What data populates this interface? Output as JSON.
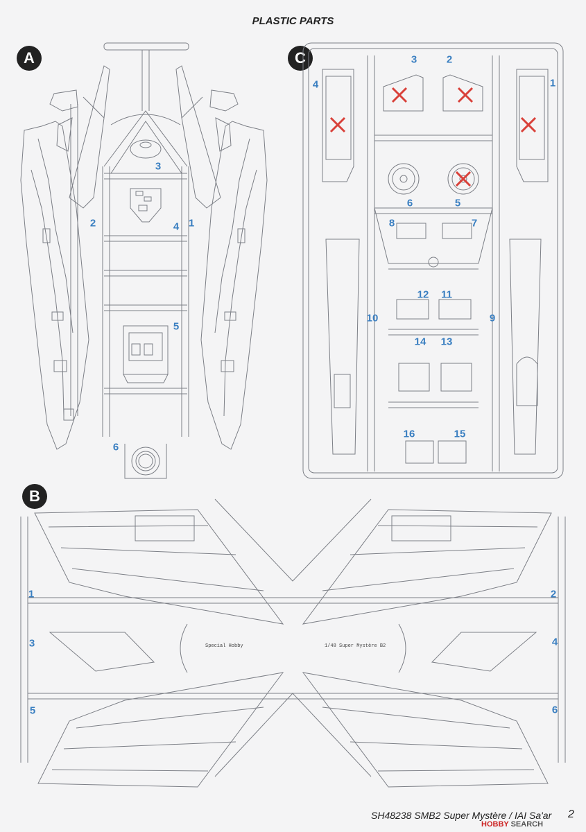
{
  "title": "PLASTIC PARTS",
  "sprues": {
    "A": {
      "letter": "A",
      "numbers": [
        "1",
        "2",
        "3",
        "4",
        "5",
        "6"
      ]
    },
    "C": {
      "letter": "C",
      "numbers": [
        "1",
        "2",
        "3",
        "4",
        "5",
        "6",
        "7",
        "8",
        "9",
        "10",
        "11",
        "12",
        "13",
        "14",
        "15",
        "16"
      ]
    },
    "B": {
      "letter": "B",
      "numbers": [
        "1",
        "2",
        "3",
        "4",
        "5",
        "6"
      ]
    }
  },
  "sprue_markings": {
    "special_hobby": "Special Hobby",
    "model_name": "1/48 Super Mystère B2"
  },
  "footer": {
    "product": "SH48238 SMB2 Super Mystère / IAI Sa'ar",
    "page": "2"
  },
  "watermark": {
    "part1": "HOBBY",
    "part2": "SEARCH"
  },
  "colors": {
    "part_number": "#3a7fc1",
    "excluded_mark": "#d9413a",
    "line": "#7c7f86"
  }
}
